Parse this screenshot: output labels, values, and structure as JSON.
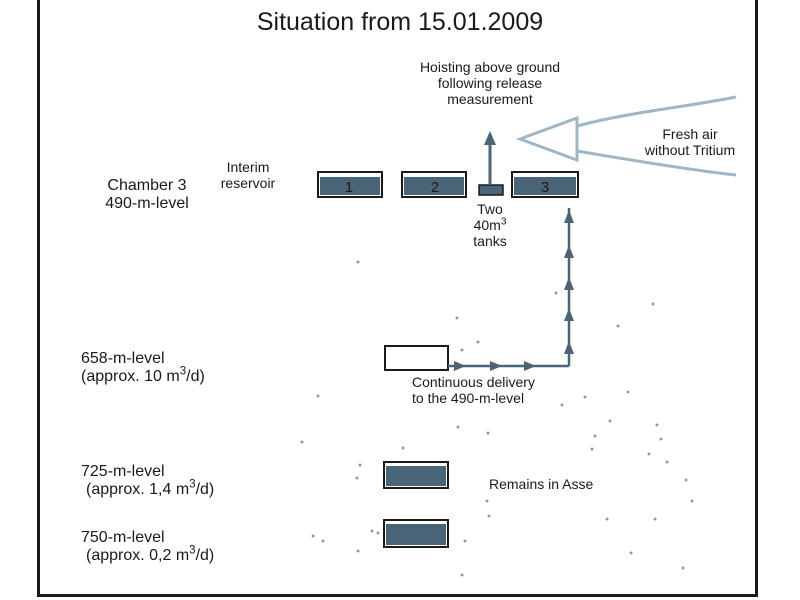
{
  "title": "Situation from 15.01.2009",
  "levels": {
    "chamber3": {
      "name": "Chamber 3",
      "depth": "490-m-level"
    },
    "l658": {
      "name": "658-m-level",
      "rate_prefix": "(approx. 10 m",
      "rate_exp": "3",
      "rate_suffix": "/d)"
    },
    "l725": {
      "name": "725-m-level",
      "rate_prefix": "(approx. 1,4 m",
      "rate_exp": "3",
      "rate_suffix": "/d)"
    },
    "l750": {
      "name": "750-m-level",
      "rate_prefix": "(approx. 0,2 m",
      "rate_exp": "3",
      "rate_suffix": "/d)"
    }
  },
  "labels": {
    "interim_1": "Interim",
    "interim_2": "reservoir",
    "hoisting_1": "Hoisting above ground",
    "hoisting_2": "following release",
    "hoisting_3": "measurement",
    "fresh_air_1": "Fresh air",
    "fresh_air_2": "without Tritium",
    "tanks_1": "Two",
    "tanks_2a": "40m",
    "tanks_2exp": "3",
    "tanks_3": "tanks",
    "delivery_1": "Continuous delivery",
    "delivery_2": "to the 490-m-level",
    "remains": "Remains in Asse"
  },
  "reservoirs": [
    "1",
    "2",
    "3"
  ],
  "colors": {
    "tank_fill": "#4a6478",
    "arrow": "#4a6478",
    "air": "#9fb6c6",
    "text": "#1a1a1a"
  }
}
